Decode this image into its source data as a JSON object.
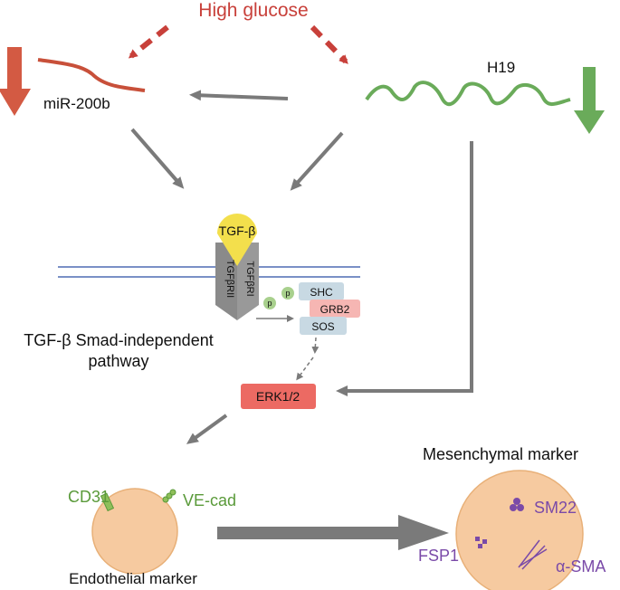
{
  "stimulus": {
    "label": "High glucose",
    "color": "#c8403a"
  },
  "mirna": {
    "label": "miR-200b",
    "color": "#c8503a",
    "trend_icon": "down-arrow-icon"
  },
  "lncrna": {
    "label": "H19",
    "color": "#6aab5a",
    "trend_icon": "down-arrow-icon"
  },
  "receptor": {
    "ligand": "TGF-β",
    "ligand_color": "#f3df4c",
    "receptor_left": "TGFβRII",
    "receptor_right": "TGFβRI",
    "phospho_label": "p",
    "pathway_label_line1": "TGF-β Smad-independent",
    "pathway_label_line2": "pathway"
  },
  "adaptors": {
    "shc": "SHC",
    "grb2": "GRB2",
    "sos": "SOS"
  },
  "erk": {
    "label": "ERK1/2",
    "color": "#ec6a63"
  },
  "endothelial": {
    "marker1": "CD31",
    "marker2": "VE-cad",
    "caption": "Endothelial marker",
    "marker_color": "#5a9a3a"
  },
  "mesenchymal": {
    "title": "Mesenchymal marker",
    "marker1": "SM22",
    "marker2": "FSP1",
    "marker3": "α-SMA",
    "marker_color": "#7a4aa8"
  },
  "cell_color": "#f6caa0"
}
